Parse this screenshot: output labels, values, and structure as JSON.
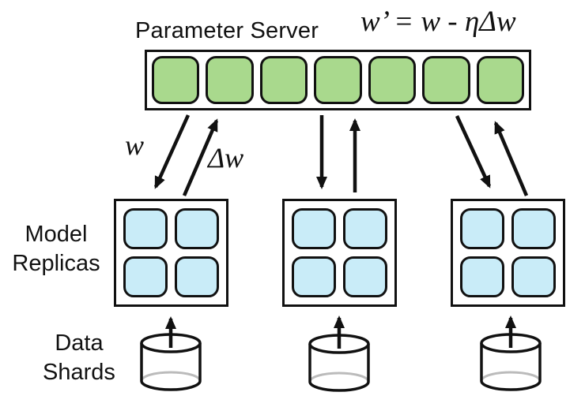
{
  "labels": {
    "parameter_server": "Parameter Server",
    "update_rule": "w’ = w - ηΔw",
    "weights": "w",
    "gradient": "Δw",
    "model_replicas_line1": "Model",
    "model_replicas_line2": "Replicas",
    "data_shards_line1": "Data",
    "data_shards_line2": "Shards"
  },
  "structure": {
    "parameter_server_shard_count": 7,
    "model_replica_count": 3,
    "cells_per_replica": 4,
    "data_shard_count": 3
  },
  "colors": {
    "parameter_cell": "#a9d98d",
    "replica_cell": "#c9ecf8",
    "stroke": "#111111",
    "cylinder_back_rim": "#bbbbbb",
    "background": "#ffffff"
  }
}
